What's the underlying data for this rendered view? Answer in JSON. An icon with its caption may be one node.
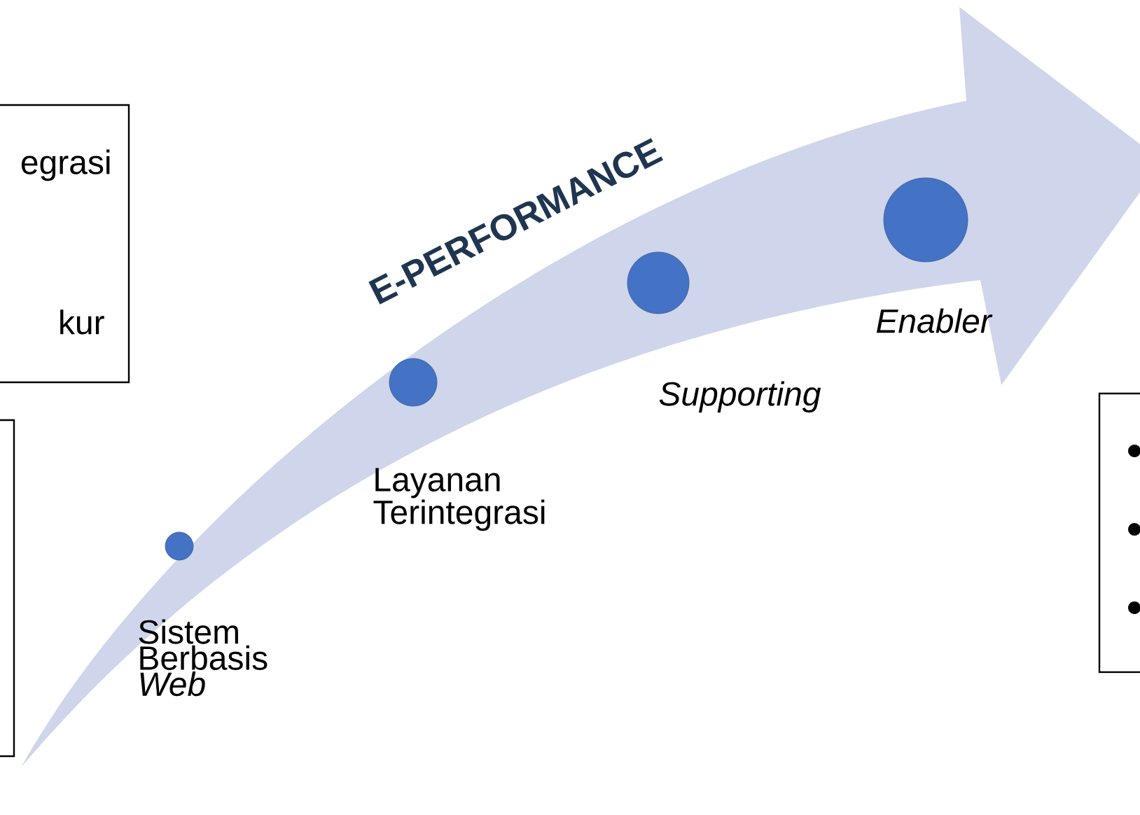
{
  "diagram": {
    "nodes": [
      {
        "text": [
          "egrasi",
          "kur"
        ]
      },
      {
        "text": [],
        "shape": "box"
      },
      {
        "text": [],
        "shape": "box"
      },
      {
        "text": [],
        "shape": "circle",
        "beside": [
          "Sistem Berbasis *Web*"
        ]
      },
      {
        "text": [],
        "shape": "circle",
        "beside": [
          "Layanan Terintegrasi"
        ]
      },
      {
        "text": [],
        "shape": "circle",
        "beside": [
          "Supporting"
        ]
      },
      {
        "text": [],
        "shape": "circle",
        "beside": [
          "Enabler"
        ]
      }
    ],
    "edges": [],
    "labels": [
      "E-PERFORMANCE"
    ]
  }
}
